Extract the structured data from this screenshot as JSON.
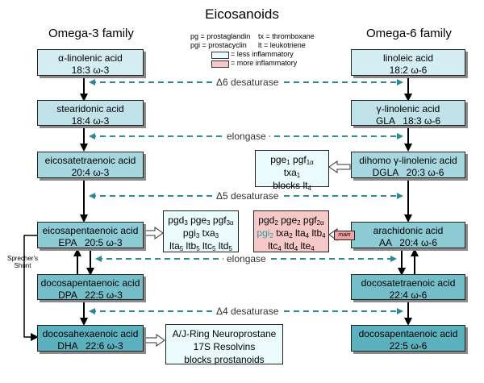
{
  "title": "Eicosanoids",
  "families": {
    "omega3": "Omega-3 family",
    "omega6": "Omega-6 family"
  },
  "legend": {
    "abbr": [
      {
        "abbr": "pg",
        "text": "pg = prostaglandin"
      },
      {
        "abbr": "tx",
        "text": "tx = thromboxane"
      },
      {
        "abbr": "pgi",
        "text": "pgi = prostacyclin"
      },
      {
        "abbr": "lt",
        "text": "lt = leukotriene"
      }
    ],
    "less_inflammatory": "= less inflammatory",
    "more_inflammatory": "= more inflammatory",
    "less_color": "#ebfbfc",
    "more_color": "#f7c8c8"
  },
  "omega3": {
    "ala": {
      "name": "α-linolenic acid",
      "formula": "18:3 ω-3"
    },
    "sda": {
      "name": "stearidonic acid",
      "formula": "18:4 ω-3"
    },
    "eta": {
      "name": "eicosatetraenoic acid",
      "formula": "20:4 ω-3"
    },
    "epa": {
      "name": "eicosapentaenoic acid",
      "formula": "EPA   20:5 ω-3"
    },
    "dpa": {
      "name": "docosapentaenoic acid",
      "formula": "DPA   22:5 ω-3"
    },
    "dha": {
      "name": "docosahexaenoic acid",
      "formula": "DHA   22:6 ω-3"
    }
  },
  "omega6": {
    "la": {
      "name": "linoleic acid",
      "formula": "18:2 ω-6"
    },
    "gla": {
      "name": "γ-linolenic acid",
      "formula": "GLA   18:3 ω-6"
    },
    "dgla": {
      "name": "dihomo γ-linolenic acid",
      "formula": "DGLA   20:3 ω-6"
    },
    "aa": {
      "name": "arachidonic acid",
      "formula": "AA   20:4 ω-6"
    },
    "dta": {
      "name": "docosatetraenoic acid",
      "formula": "22:4 ω-6"
    },
    "dpa6": {
      "name": "docosapentaenoic acid",
      "formula": "22:5 ω-6"
    }
  },
  "enzymes": {
    "d6": "Δ6 desaturase",
    "elongase1": "elongase",
    "d5": "Δ5 desaturase",
    "elongase2": "elongase",
    "d4": "Δ4 desaturase"
  },
  "products": {
    "dgla": {
      "line1": {
        "a": "pge",
        "a_sub": "1",
        "b": " pgf",
        "b_sub": "1α"
      },
      "line2": {
        "a": "txa",
        "a_sub": "1"
      },
      "line3": {
        "a": "blocks lt",
        "a_sub": "4"
      }
    },
    "epa": {
      "line1": {
        "a": "pgd",
        "a_sub": "3",
        "b": " pge",
        "b_sub": "3",
        "c": " pgf",
        "c_sub": "3α"
      },
      "line2": {
        "a": "pgi",
        "a_sub": "3",
        "b": " txa",
        "b_sub": "3"
      },
      "line3": {
        "a": "lta",
        "a_sub": "5",
        "b": " ltb",
        "b_sub": "5",
        "c": " ltc",
        "c_sub": "5",
        "d": " ltd",
        "d_sub": "5"
      }
    },
    "aa": {
      "line1": {
        "a": "pgd",
        "a_sub": "2",
        "b": " pge",
        "b_sub": "2",
        "c": " pgf",
        "c_sub": "2α"
      },
      "line2": {
        "a": "pgi",
        "a_sub": "2",
        "b": " txa",
        "b_sub": "2",
        "c": " lta",
        "c_sub": "4",
        "d": " ltb",
        "d_sub": "4"
      },
      "line3": {
        "a": "ltc",
        "a_sub": "4",
        "b": " ltd",
        "b_sub": "4",
        "c": " lte",
        "c_sub": "4"
      },
      "main_label": "main"
    },
    "dha": {
      "line1": "A/J-Ring Neuroprostane",
      "line2": "17S Resolvins",
      "line3": "blocks prostanoids"
    }
  },
  "sprechers_shunt": "Sprecher's Shunt"
}
